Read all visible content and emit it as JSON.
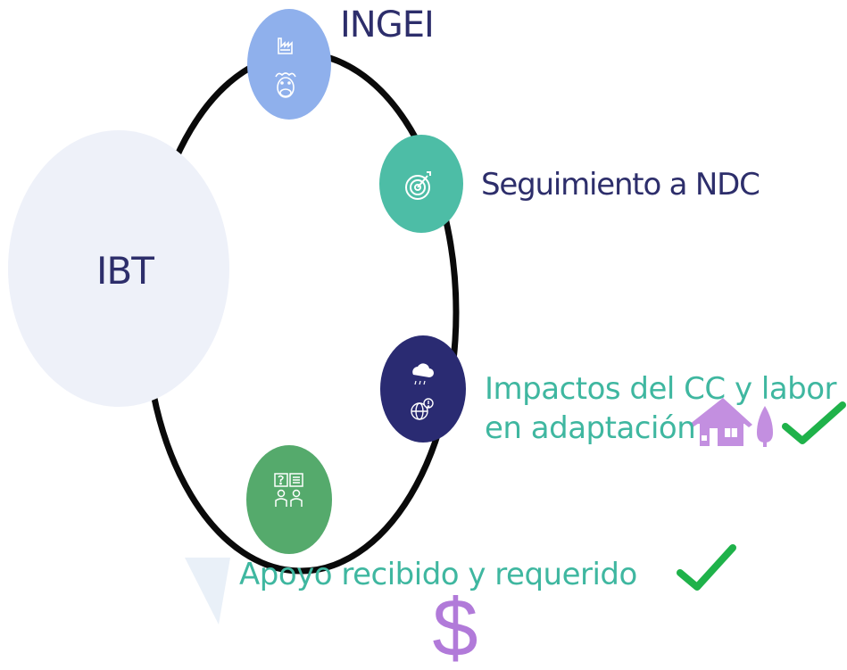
{
  "diagram": {
    "center_label": "IBT",
    "nodes": [
      {
        "label": "INGEI",
        "icons": [
          "factory-icon",
          "cow-icon"
        ],
        "color": "#8fb0ec"
      },
      {
        "label": "Seguimiento a NDC",
        "icons": [
          "target-icon"
        ],
        "color": "#4dbda6"
      },
      {
        "label_line1": "Impactos del CC y labor",
        "label_line2": "en adaptación",
        "icons": [
          "rain-cloud-icon",
          "globe-alert-icon"
        ],
        "color": "#2a2b72"
      },
      {
        "label": "Apoyo recibido y requerido",
        "icons": [
          "people-discussion-icon"
        ],
        "color": "#55aa6c"
      }
    ],
    "decorations": {
      "house_icon_color": "#c38fe0",
      "check_color": "#1fb24a",
      "dollar_symbol": "$",
      "dollar_color": "#b17ad9"
    }
  }
}
